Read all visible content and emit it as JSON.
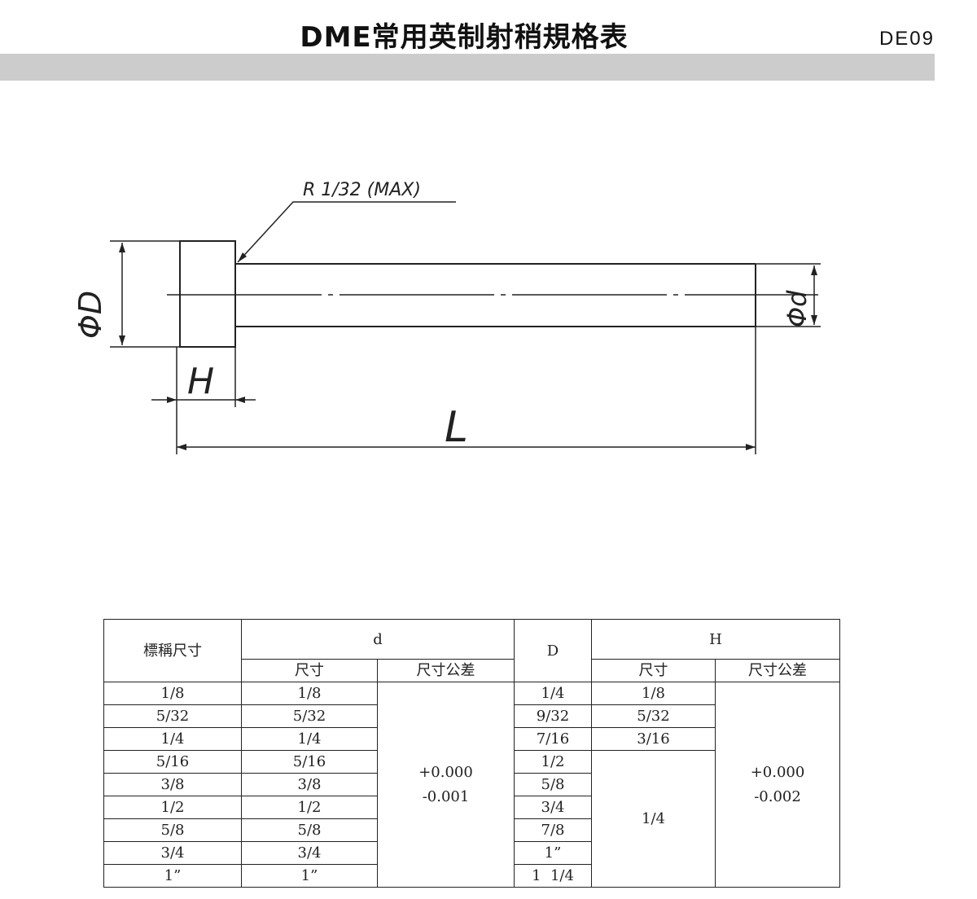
{
  "header": {
    "title": "DME常用英制射稍規格表",
    "code": "DE09"
  },
  "drawing": {
    "radius_note": "R 1/32 (MAX)",
    "label_D": "ΦD",
    "label_d": "Φd",
    "label_H": "H",
    "label_L": "L"
  },
  "table": {
    "nominal_header": "標稱尺寸",
    "d_header": "d",
    "D_header": "D",
    "H_header": "H",
    "size_header": "尺寸",
    "tol_header": "尺寸公差",
    "nominal": [
      "1/8",
      "5/32",
      "1/4",
      "5/16",
      "3/8",
      "1/2",
      "5/8",
      "3/4",
      "1”"
    ],
    "d_size": [
      "1/8",
      "5/32",
      "1/4",
      "5/16",
      "3/8",
      "1/2",
      "5/8",
      "3/4",
      "1”"
    ],
    "d_tol_upper": "+0.000",
    "d_tol_lower": "-0.001",
    "D_size": [
      "1/4",
      "9/32",
      "7/16",
      "1/2",
      "5/8",
      "3/4",
      "7/8",
      "1”",
      "1  1/4"
    ],
    "H_size_top": [
      "1/8",
      "5/32",
      "3/16"
    ],
    "H_size_rest": "1/4",
    "H_tol_upper": "+0.000",
    "H_tol_lower": "-0.002"
  }
}
